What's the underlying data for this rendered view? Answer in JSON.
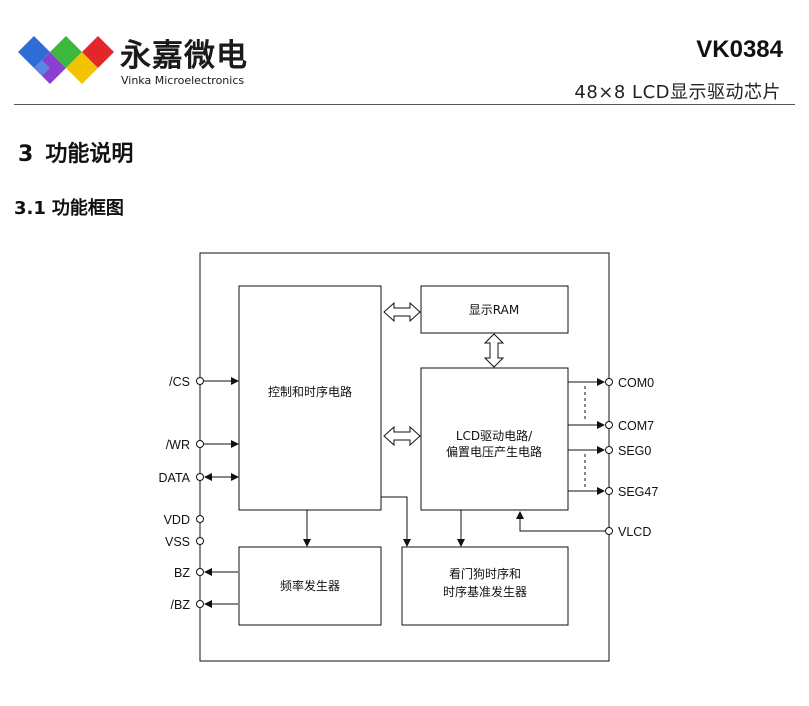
{
  "header": {
    "brand_cn": "永嘉微电",
    "brand_en": "Vinka Microelectronics",
    "part_number": "VK0384",
    "part_description": "48×8  LCD显示驱动芯片"
  },
  "section": {
    "number": "3",
    "title": "功能说明",
    "sub_number": "3.1",
    "sub_title": "功能框图"
  },
  "diagram": {
    "blocks": {
      "control": "控制和时序电路",
      "display_ram": "显示RAM",
      "lcd_driver_line1": "LCD驱动电路/",
      "lcd_driver_line2": "偏置电压产生电路",
      "freq_gen": "频率发生器",
      "watchdog_line1": "看门狗时序和",
      "watchdog_line2": "时序基准发生器"
    },
    "pins_left": [
      "/CS",
      "/WR",
      "DATA",
      "VDD",
      "VSS",
      "BZ",
      "/BZ"
    ],
    "pins_right": [
      "COM0",
      "COM7",
      "SEG0",
      "SEG47",
      "VLCD"
    ]
  },
  "colors": {
    "logo_blue": "#2f6cd6",
    "logo_purple": "#8a3fd1",
    "logo_green": "#3cb93c",
    "logo_red": "#e3262a",
    "logo_yellow": "#f2c400",
    "logo_cyan": "#39b8e6"
  }
}
